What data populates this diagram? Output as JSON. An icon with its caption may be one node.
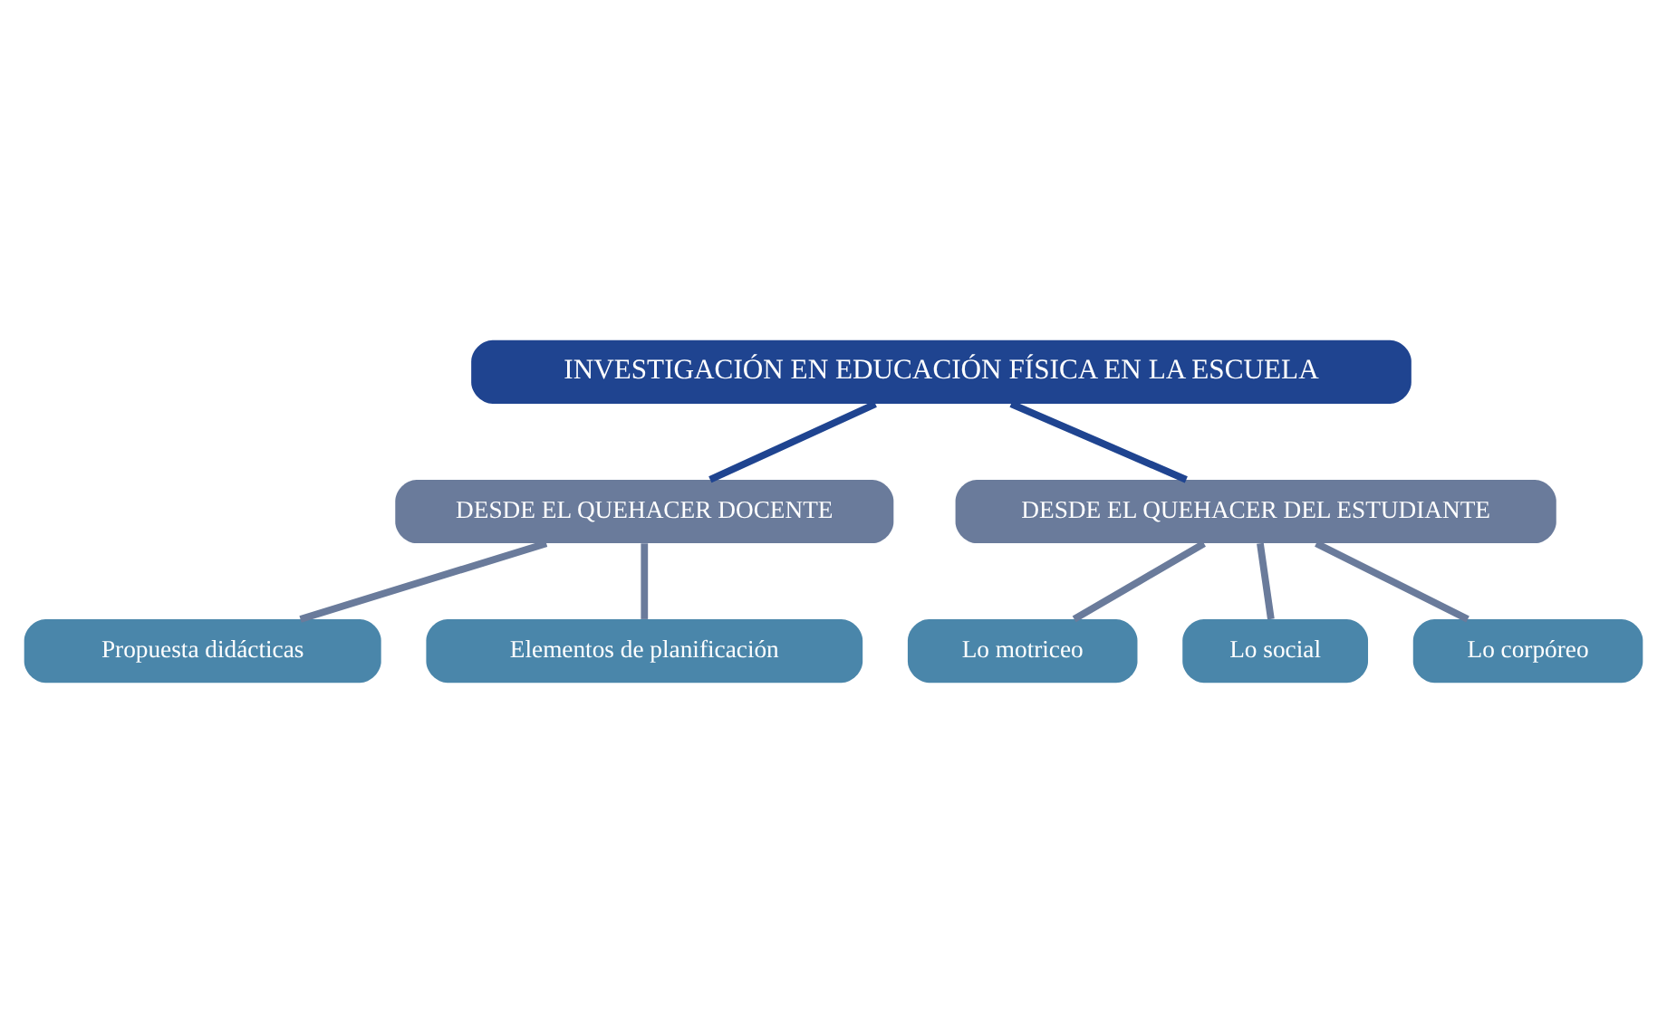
{
  "diagram": {
    "nodes": [
      {
        "text": [
          "INVESTIGACIÓN EN EDUCACIÓN FÍSICA EN LA ESCUELA"
        ]
      },
      {
        "text": [
          "DESDE EL QUEHACER DOCENTE"
        ]
      },
      {
        "text": [
          "DESDE EL QUEHACER DEL ESTUDIANTE"
        ]
      },
      {
        "text": [
          "Propuesta didácticas"
        ]
      },
      {
        "text": [
          "Elementos de planificación"
        ]
      },
      {
        "text": [
          "Lo motriceo"
        ]
      },
      {
        "text": [
          "Lo social"
        ]
      },
      {
        "text": [
          "Lo corpóreo"
        ]
      }
    ],
    "edges": [
      {
        "from": 0,
        "to": 1,
        "arrow": "none",
        "color": "#1f4490"
      },
      {
        "from": 0,
        "to": 2,
        "arrow": "none",
        "color": "#1f4490"
      },
      {
        "from": 1,
        "to": 3,
        "arrow": "none"
      },
      {
        "from": 1,
        "to": 4,
        "arrow": "none"
      },
      {
        "from": 2,
        "to": 5,
        "arrow": "none"
      },
      {
        "from": 2,
        "to": 6,
        "arrow": "none"
      },
      {
        "from": 2,
        "to": 7,
        "arrow": "none"
      }
    ]
  }
}
